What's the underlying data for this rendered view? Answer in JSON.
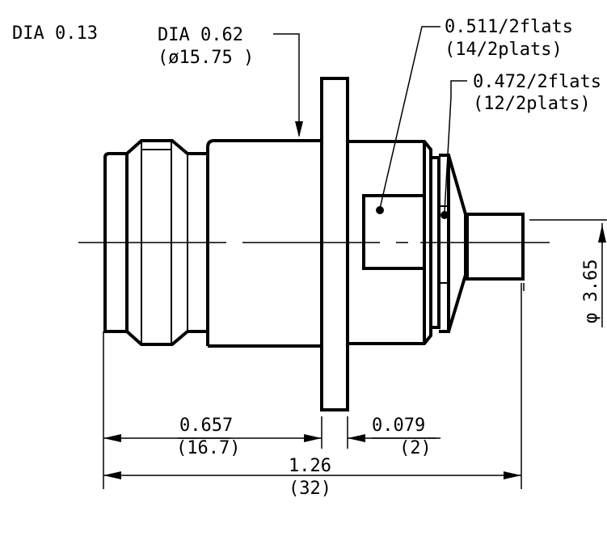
{
  "title": "Connector dimension drawing",
  "labels": {
    "dia_small": "DIA 0.13",
    "dia_body": "DIA 0.62",
    "dia_body_mm": "(ø15.75 )",
    "flats_511": "0.511/2flats",
    "flats_511_mm": "(14/2plats)",
    "flats_472": "0.472/2flats",
    "flats_472_mm": "(12/2plats)",
    "pin_dia": "φ 3.65",
    "len_657": "0.657",
    "len_657_mm": "(16.7)",
    "len_079": "0.079",
    "len_079_mm": "(2)",
    "len_126": "1.26",
    "len_126_mm": "(32)"
  }
}
